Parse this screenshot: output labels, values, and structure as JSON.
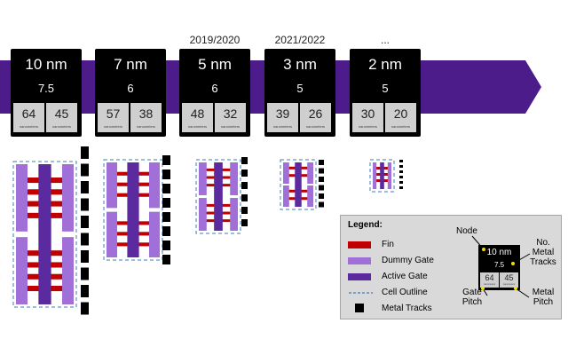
{
  "colors": {
    "timeline_arrow": "#4c1d8a",
    "fin": "#c00000",
    "dummy_gate": "#a070d8",
    "active_gate": "#5b2a9e",
    "cell_outline": "#3a7fc1",
    "metal_track": "#000000",
    "card_bg": "#000000",
    "pitch_box_bg": "#cfcfcf",
    "legend_bg": "#d9d9d9",
    "annotation_dot": "#f0e000"
  },
  "nodes": [
    {
      "node": "10 nm",
      "tracks": "7.5",
      "gate_pitch": "64",
      "metal_pitch": "45",
      "unit": "nanometers",
      "year": ""
    },
    {
      "node": "7 nm",
      "tracks": "6",
      "gate_pitch": "57",
      "metal_pitch": "38",
      "unit": "nanometers",
      "year": ""
    },
    {
      "node": "5 nm",
      "tracks": "6",
      "gate_pitch": "48",
      "metal_pitch": "32",
      "unit": "nanometers",
      "year": "2019/2020"
    },
    {
      "node": "3 nm",
      "tracks": "5",
      "gate_pitch": "39",
      "metal_pitch": "26",
      "unit": "nanometers",
      "year": "2021/2022"
    },
    {
      "node": "2 nm",
      "tracks": "5",
      "gate_pitch": "30",
      "metal_pitch": "20",
      "unit": "nanometers",
      "year": "..."
    }
  ],
  "legend": {
    "title": "Legend:",
    "items": [
      "Fin",
      "Dummy Gate",
      "Active Gate",
      "Cell Outline",
      "Metal Tracks"
    ],
    "key": {
      "node": "10 nm",
      "tracks": "7.5",
      "gate_pitch": "64",
      "metal_pitch": "45",
      "unit": "nanometers",
      "node_label": "Node",
      "tracks_label": "No. Metal Tracks",
      "gate_pitch_label": "Gate Pitch",
      "metal_pitch_label": "Metal Pitch"
    }
  }
}
